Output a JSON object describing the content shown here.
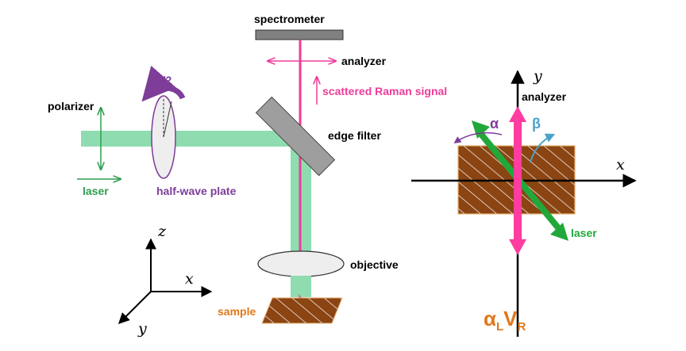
{
  "labels": {
    "spectrometer": "spectrometer",
    "analyzer": "analyzer",
    "scattered": "scattered Raman signal",
    "polarizer": "polarizer",
    "alpha_half": "α/2",
    "edge_filter": "edge filter",
    "laser": "laser",
    "half_wave": "half-wave plate",
    "objective": "objective",
    "sample": "sample",
    "axis_z": "z",
    "axis_x": "x",
    "axis_y": "y"
  },
  "right": {
    "y": "y",
    "x": "x",
    "analyzer": "analyzer",
    "alpha": "α",
    "beta": "β",
    "laser": "laser",
    "formula_a": "α",
    "formula_a_sub": "L",
    "formula_v": "V",
    "formula_v_sub": "R"
  },
  "colors": {
    "green": "#2e9e4f",
    "green_light": "#8fdcb0",
    "magenta": "#ee3c9a",
    "purple": "#7d3d99",
    "orange": "#e0781a",
    "brown": "#8b4513",
    "blue": "#4aa3c9",
    "gray": "#808080"
  }
}
